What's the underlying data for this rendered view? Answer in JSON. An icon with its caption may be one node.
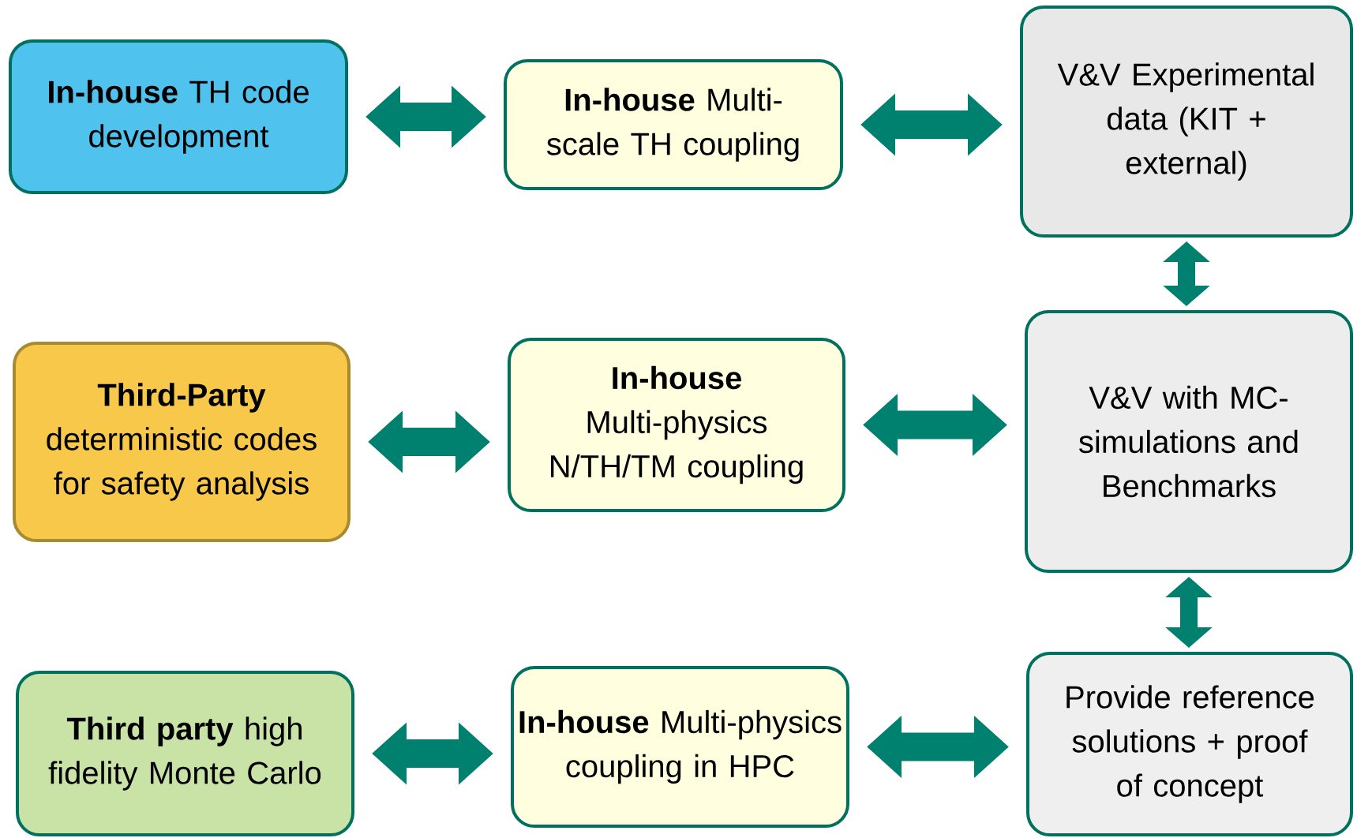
{
  "diagram": {
    "nodes": [
      {
        "text": [
          "**In-house** TH code development"
        ]
      },
      {
        "text": [
          "**In-house** Multi-scale TH coupling"
        ]
      },
      {
        "text": [
          "V&V Experimental data (KIT + external)"
        ]
      },
      {
        "text": [
          "**Third-Party** deterministic codes for safety analysis"
        ]
      },
      {
        "text": [
          "**In-house** Multi-physics N/TH/TM coupling"
        ]
      },
      {
        "text": [
          "V&V with MC-simulations and Benchmarks"
        ]
      },
      {
        "text": [
          "**Third party** high fidelity Monte Carlo"
        ]
      },
      {
        "text": [
          "**In-house** Multi-physics coupling in HPC"
        ]
      },
      {
        "text": [
          "Provide reference solutions + proof of concept"
        ]
      }
    ],
    "edges": [
      {
        "from": 0,
        "to": 1,
        "arrow": "both"
      },
      {
        "from": 1,
        "to": 2,
        "arrow": "both"
      },
      {
        "from": 3,
        "to": 4,
        "arrow": "both"
      },
      {
        "from": 4,
        "to": 5,
        "arrow": "both"
      },
      {
        "from": 6,
        "to": 7,
        "arrow": "both"
      },
      {
        "from": 7,
        "to": 8,
        "arrow": "both"
      },
      {
        "from": 2,
        "to": 5,
        "arrow": "both"
      },
      {
        "from": 5,
        "to": 8,
        "arrow": "both"
      }
    ]
  }
}
